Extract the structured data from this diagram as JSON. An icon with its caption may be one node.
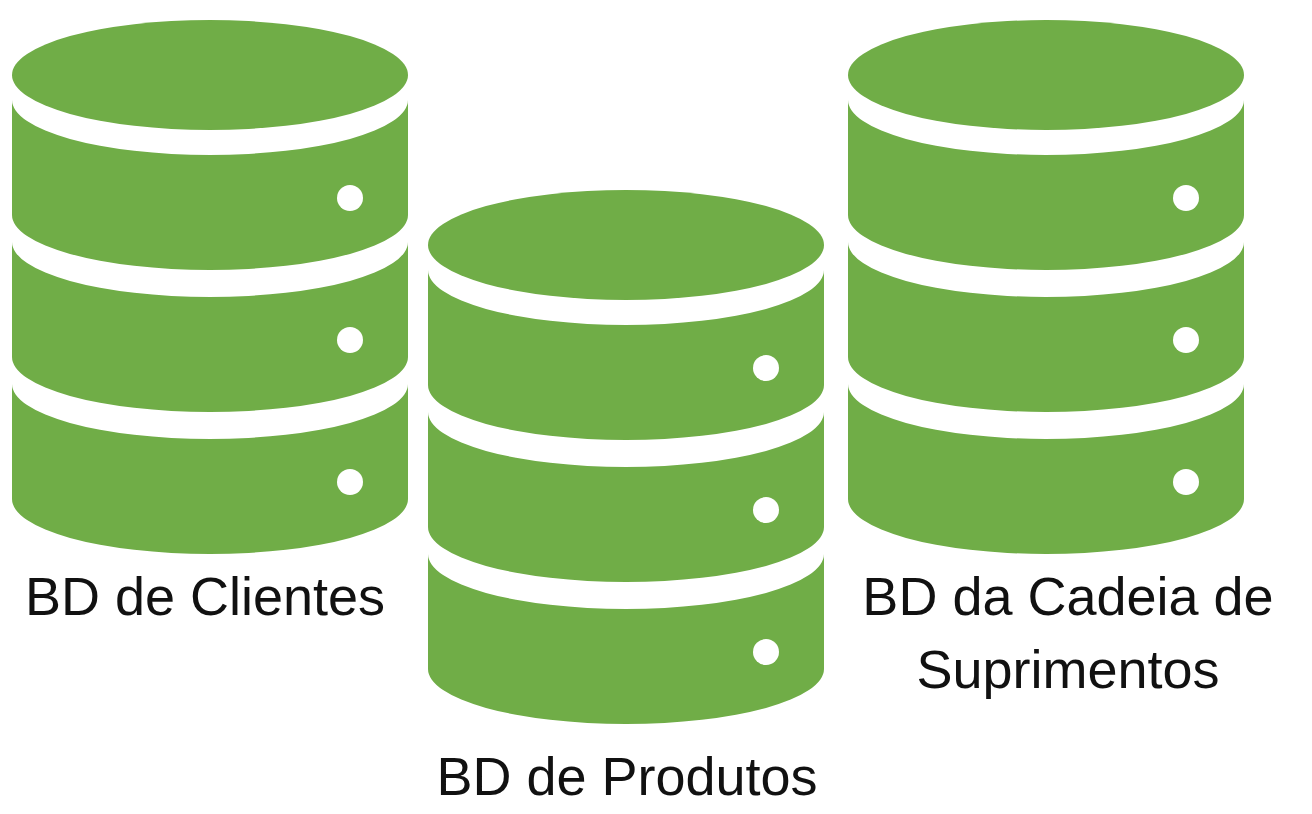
{
  "diagram": {
    "nodes": [
      {
        "text": [],
        "shape": "cylinder",
        "beside": [
          "BD de Clientes"
        ]
      },
      {
        "text": [],
        "shape": "cylinder",
        "beside": [
          "BD de Produtos"
        ]
      },
      {
        "text": [],
        "shape": "cylinder",
        "beside": [
          "BD da Cadeia de Suprimentos"
        ]
      }
    ]
  }
}
